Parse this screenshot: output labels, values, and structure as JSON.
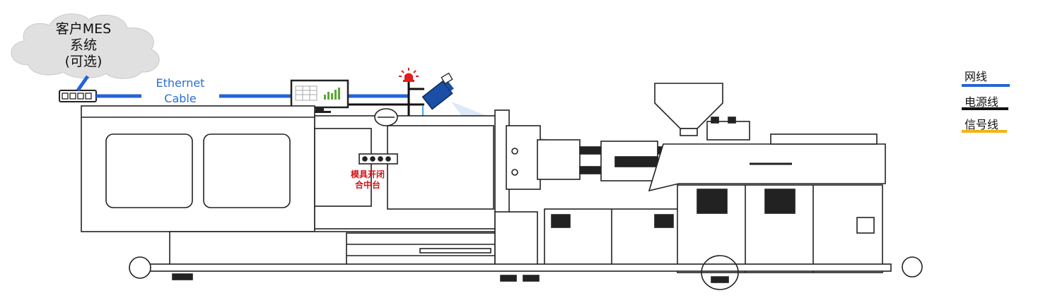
{
  "cloud": {
    "line1": "客户MES",
    "line2": "系统",
    "line3": "(可选)"
  },
  "ethernet": {
    "line1": "Ethernet",
    "line2": "Cable"
  },
  "mold_station": {
    "line1": "模具开闭",
    "line2": "合中台"
  },
  "legend": [
    {
      "label": "网线",
      "color": "#2563d8"
    },
    {
      "label": "电源线",
      "color": "#111111"
    },
    {
      "label": "信号线",
      "color": "#f2b414"
    }
  ],
  "icons": [
    "cloud-icon",
    "network-switch-icon",
    "monitor-icon",
    "alarm-light-icon",
    "camera-icon",
    "injection-molding-machine-icon"
  ]
}
